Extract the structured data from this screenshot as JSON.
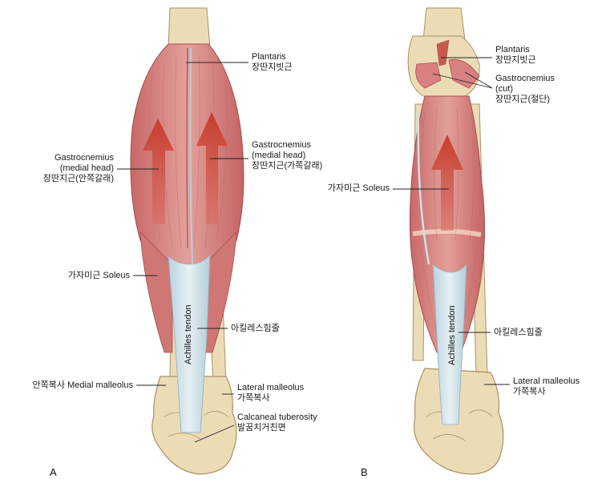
{
  "panels": {
    "a": {
      "letter": "A",
      "tendon_label": "Achilles tendon",
      "labels": {
        "plantaris_en": "Plantaris",
        "plantaris_ko": "장딴지빗근",
        "gastro_medial_en_1": "Gastrocnemius",
        "gastro_medial_en_2": "(medial head)",
        "gastro_medial_ko": "장딴지근(가쪽갈래)",
        "gastro_left_en_1": "Gastrocnemius",
        "gastro_left_en_2": "(medial head)",
        "gastro_left_ko": "장딴지근(안쪽갈래)",
        "soleus": "가자미근 Soleus",
        "achilles_ko": "아킬레스힘줄",
        "medial_malleolus": "안쪽복사 Medial malleolus",
        "lateral_malleolus_en": "Lateral malleolus",
        "lateral_malleolus_ko": "가쪽복사",
        "calcaneal_en": "Calcaneal tuberosity",
        "calcaneal_ko": "발꿈치거친면"
      }
    },
    "b": {
      "letter": "B",
      "tendon_label": "Achilles tendon",
      "labels": {
        "plantaris_en": "Plantaris",
        "plantaris_ko": "장딴지빗근",
        "gastro_cut_en_1": "Gastrocnemius",
        "gastro_cut_en_2": "(cut)",
        "gastro_cut_ko": "장딴지근(절단)",
        "soleus": "가자미근 Soleus",
        "achilles_ko": "아킬레스힘줄",
        "lateral_malleolus_en": "Lateral malleolus",
        "lateral_malleolus_ko": "가쪽복사"
      }
    }
  },
  "colors": {
    "muscle": "#d98080",
    "muscle_dark": "#b85a5a",
    "muscle_light": "#e9a9a3",
    "arrow": "#cc4a3c",
    "tendon": "#cfe1ea",
    "bone": "#ecdcb6",
    "bone_edge": "#a89060",
    "leader": "#222222"
  }
}
